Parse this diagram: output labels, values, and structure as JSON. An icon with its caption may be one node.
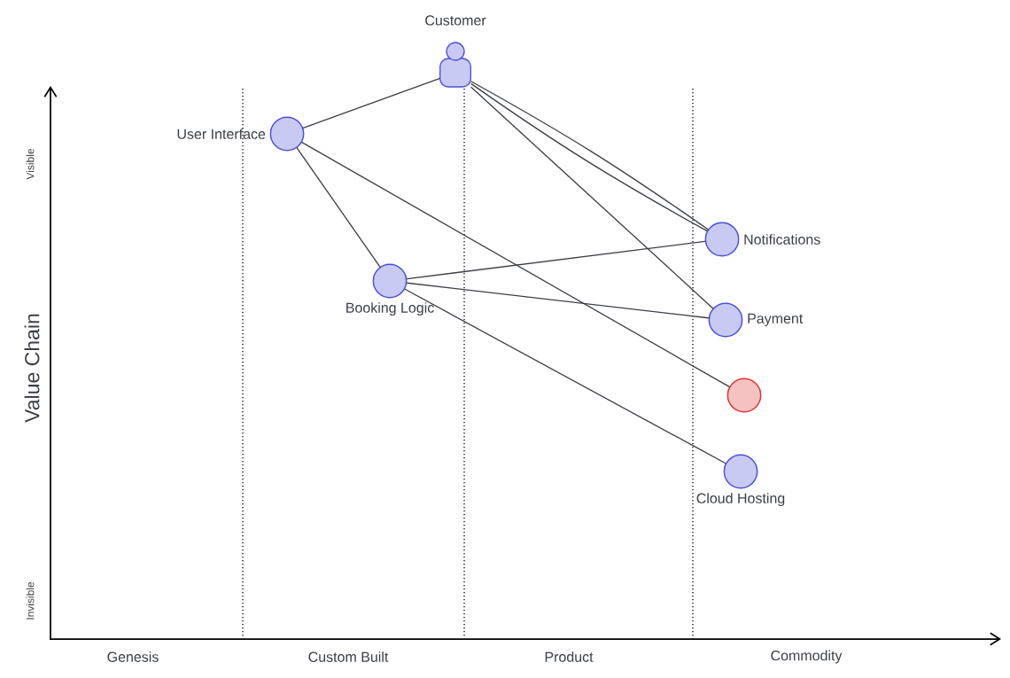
{
  "diagram": {
    "nodes": [
      {
        "text": [
          "Customer"
        ]
      },
      {
        "text": [
          "User Interface"
        ]
      },
      {
        "text": [
          "Notifications"
        ]
      },
      {
        "text": [
          "Booking Logic"
        ]
      },
      {
        "text": [
          "Payment"
        ]
      },
      {
        "text": [],
        "shape": "circle"
      },
      {
        "text": [
          "Cloud Hosting"
        ]
      }
    ],
    "edges": [
      {
        "from": 0,
        "to": 1,
        "arrow": "none"
      },
      {
        "from": 0,
        "to": 2,
        "arrow": "none"
      },
      {
        "from": 0,
        "to": 2,
        "arrow": "none"
      },
      {
        "from": 0,
        "to": 4,
        "arrow": "none"
      },
      {
        "from": 1,
        "to": 3,
        "arrow": "none"
      },
      {
        "from": 1,
        "to": 5,
        "arrow": "none"
      },
      {
        "from": 3,
        "to": 2,
        "arrow": "none"
      },
      {
        "from": 3,
        "to": 4,
        "arrow": "none"
      },
      {
        "from": 3,
        "to": 6,
        "arrow": "none"
      }
    ],
    "labels": [
      "Visible",
      "Value Chain",
      "Invisible",
      "Genesis",
      "Custom Built",
      "Product",
      "Commodity"
    ]
  }
}
